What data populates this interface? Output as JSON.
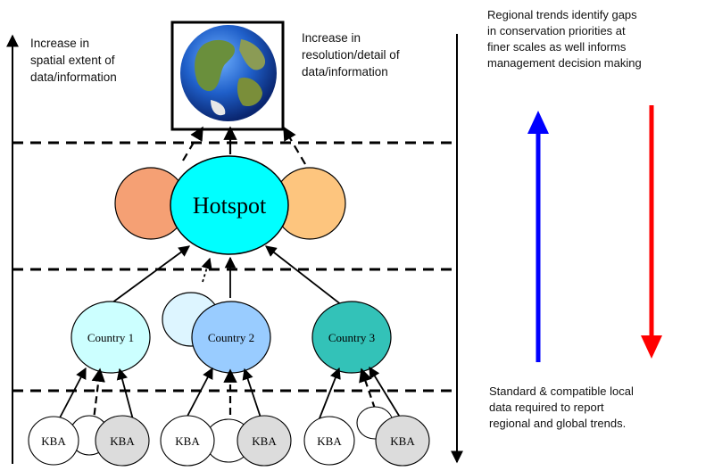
{
  "left_note": "Increase in\nspatial extent of\ndata/information",
  "center_note": "Increase in\nresolution/detail of\ndata/information",
  "top_right_note": "Regional trends identify gaps\nin conservation priorities at\nfiner scales as well informs\nmanagement decision making",
  "bottom_right_note": "Standard & compatible local\ndata required to report\nregional and global trends.",
  "hotspot_label": "Hotspot",
  "countries": [
    "Country 1",
    "Country 2",
    "Country 3"
  ],
  "kba_label": "KBA",
  "colors": {
    "hotspot": "#00ffff",
    "hotspot_left": "#f5a074",
    "hotspot_right": "#fdc57e",
    "country1": "#ccffff",
    "country2": "#99ccff",
    "country2_back": "#ddf5ff",
    "country3": "#33c2b8",
    "kba_white": "#ffffff",
    "kba_grey": "#dcdcdc",
    "arrow_up": "#0000ff",
    "arrow_down": "#ff0000"
  }
}
